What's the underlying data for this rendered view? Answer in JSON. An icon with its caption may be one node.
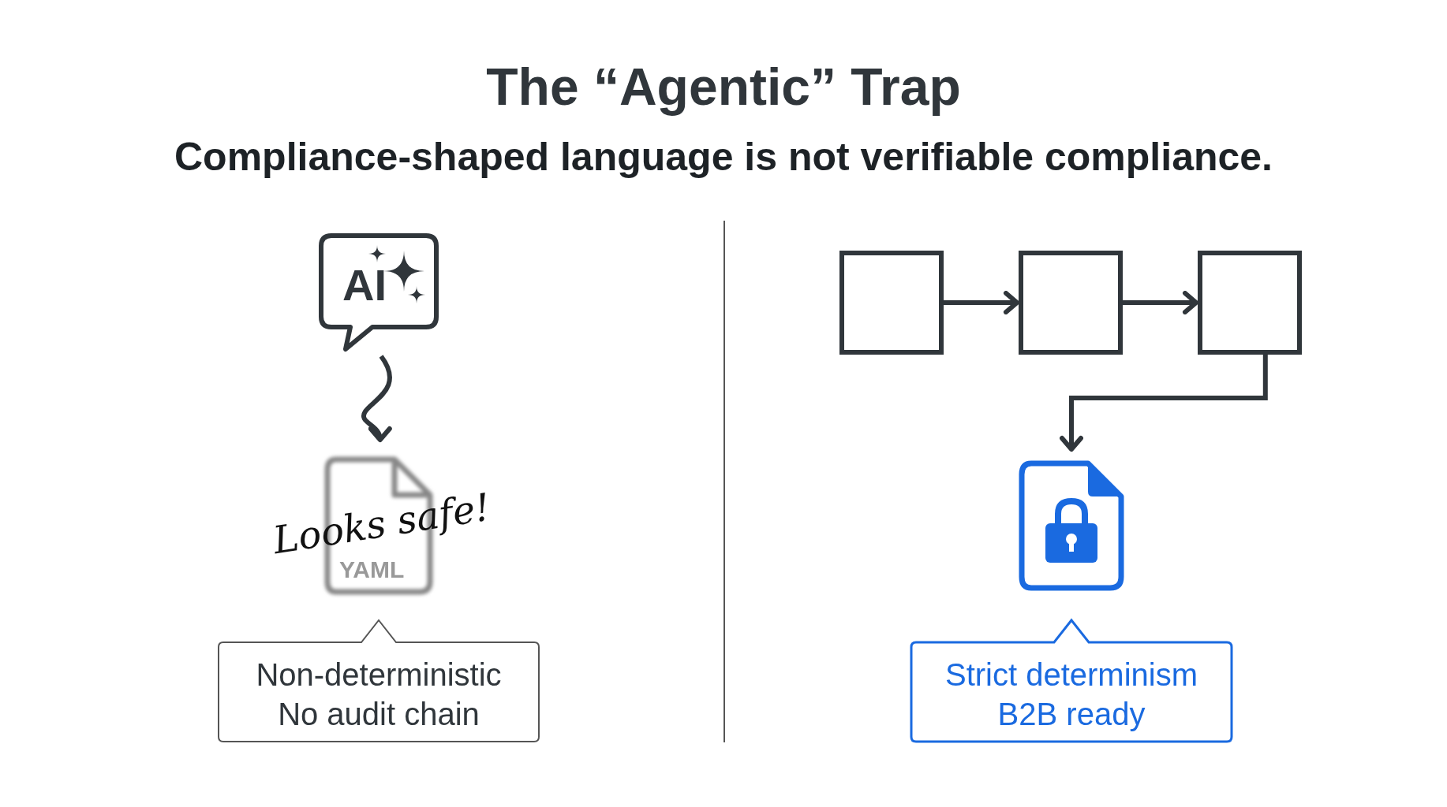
{
  "diagram": {
    "title": "The “Agentic” Trap",
    "nodes": [
      {
        "text": [
          "AI"
        ]
      },
      {
        "text": [
          "YAML",
          "Looks safe!"
        ]
      },
      {
        "text": [
          "Non-deterministic No audit chain"
        ]
      },
      {
        "text": [],
        "shape": "box"
      },
      {
        "text": [],
        "shape": "box"
      },
      {
        "text": [],
        "shape": "box"
      },
      {
        "text": [],
        "shape": "document"
      },
      {
        "text": [
          "Strict determinism B2B ready"
        ]
      }
    ],
    "edges": [
      {
        "from": 0,
        "to": 1,
        "arrow": "to"
      },
      {
        "from": 3,
        "to": 4,
        "arrow": "to"
      },
      {
        "from": 4,
        "to": 5,
        "arrow": "to"
      },
      {
        "from": 5,
        "to": 6,
        "arrow": "to"
      }
    ],
    "labels": [
      "Compliance-shaped language is not verifiable compliance."
    ]
  }
}
